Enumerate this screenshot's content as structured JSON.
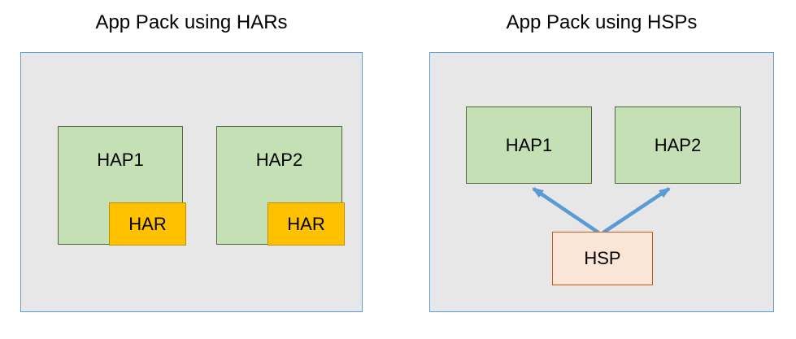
{
  "diagram": {
    "left": {
      "title": "App Pack using HARs",
      "hap1_label": "HAP1",
      "hap2_label": "HAP2",
      "har_label": "HAR"
    },
    "right": {
      "title": "App Pack using HSPs",
      "hap1_label": "HAP1",
      "hap2_label": "HAP2",
      "hsp_label": "HSP"
    }
  },
  "colors": {
    "panel_fill": "#e8e7e7",
    "panel_border": "#5b9bd5",
    "hap_fill": "#c5e0b4",
    "hap_border": "#50663c",
    "har_fill": "#ffc000",
    "har_border": "#bf8f00",
    "hsp_fill": "#fbe5d6",
    "hsp_border": "#c55a11",
    "arrow": "#5b9bd5",
    "text": "#000000"
  }
}
